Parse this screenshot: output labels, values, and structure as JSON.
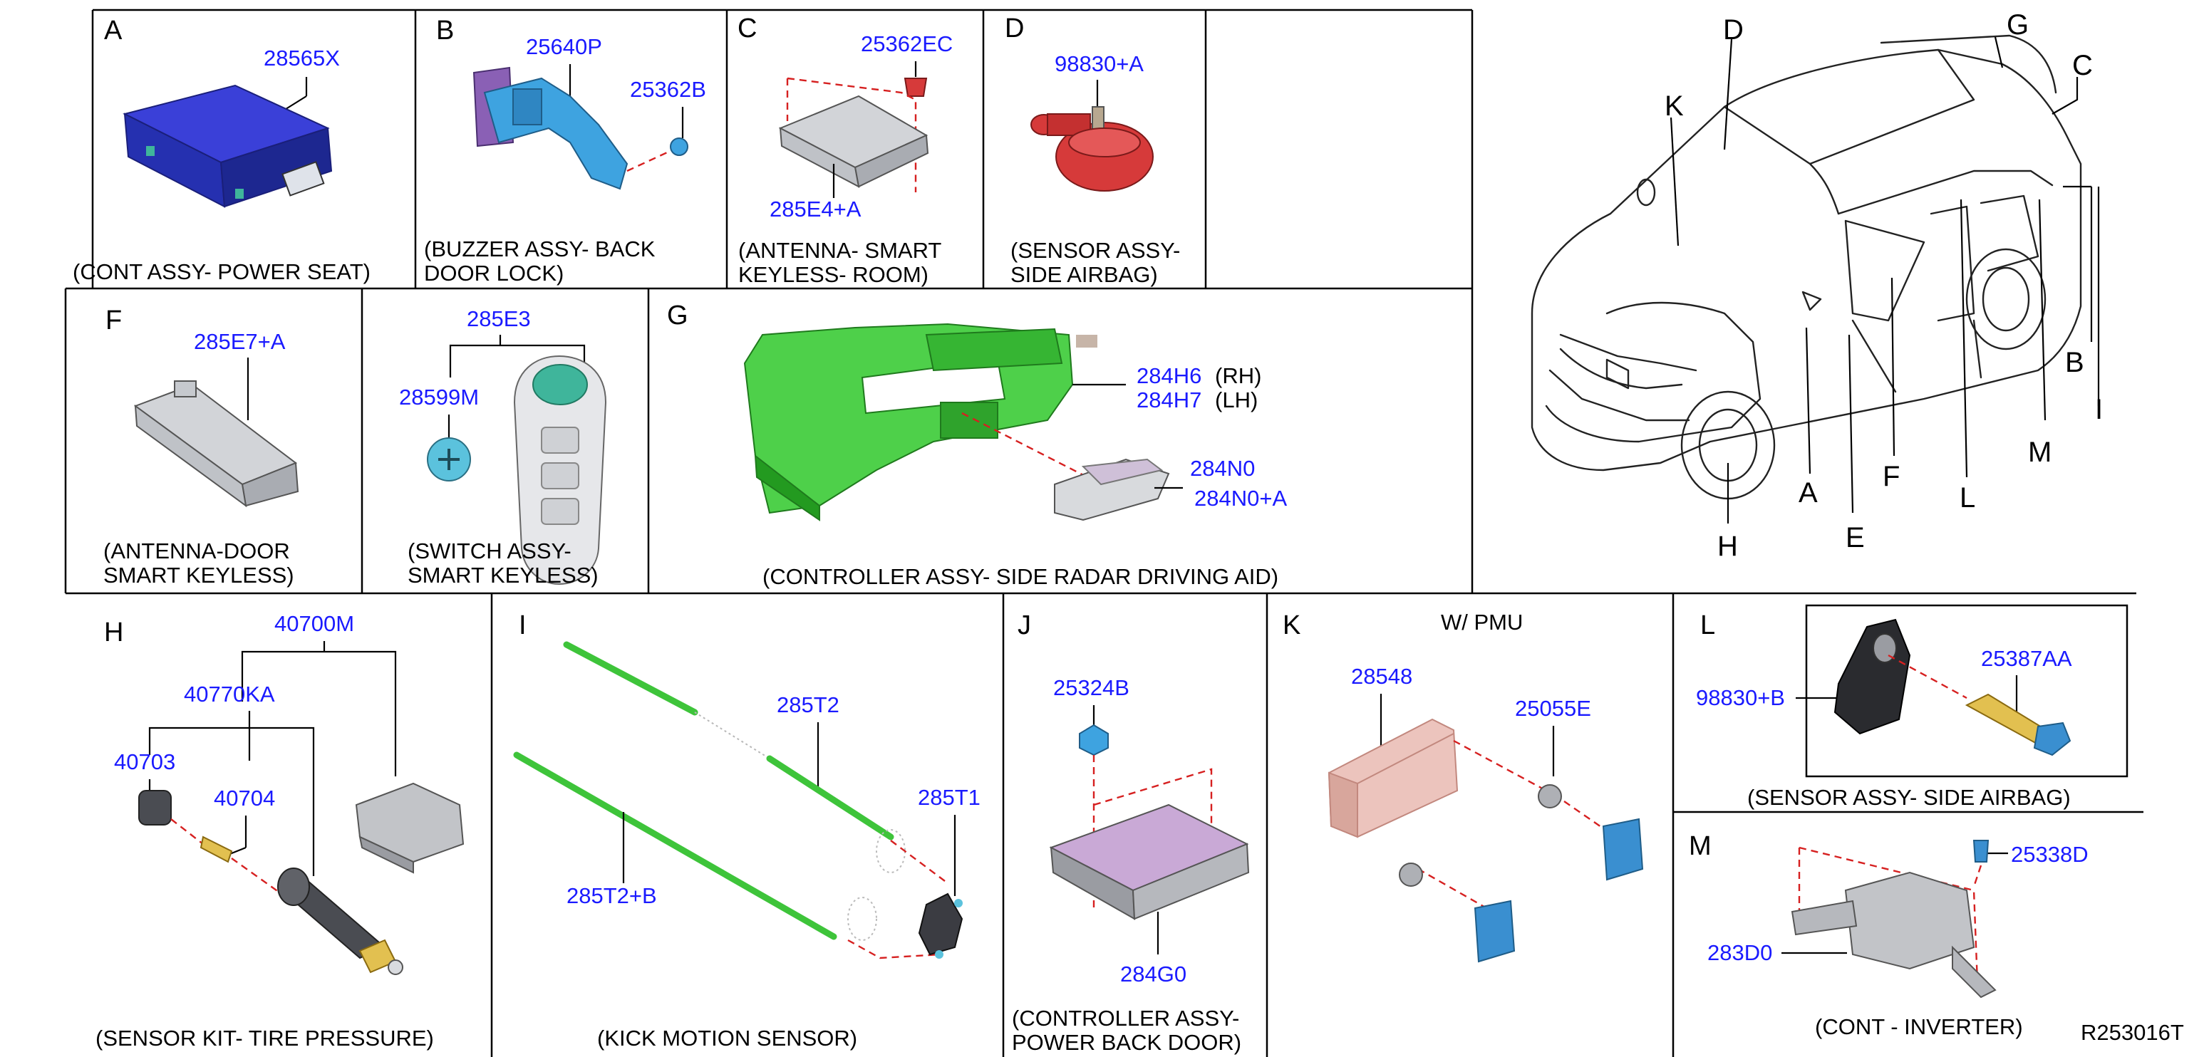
{
  "panels": {
    "A": {
      "letter": "A",
      "parts": [
        "28565X"
      ],
      "caption": [
        "(CONT ASSY- POWER SEAT)"
      ]
    },
    "B": {
      "letter": "B",
      "parts": [
        "25640P",
        "25362B"
      ],
      "caption": [
        "(BUZZER ASSY- BACK",
        "DOOR LOCK)"
      ]
    },
    "C": {
      "letter": "C",
      "parts": [
        "25362EC",
        "285E4+A"
      ],
      "caption": [
        "(ANTENNA- SMART",
        "KEYLESS- ROOM)"
      ]
    },
    "D": {
      "letter": "D",
      "parts": [
        "98830+A"
      ],
      "caption": [
        "(SENSOR ASSY-",
        "SIDE AIRBAG)"
      ]
    },
    "F": {
      "letter": "F",
      "parts": [
        "285E7+A"
      ],
      "caption": [
        "(ANTENNA-DOOR",
        "SMART KEYLESS)"
      ]
    },
    "E": {
      "parts": [
        "285E3",
        "28599M"
      ],
      "caption": [
        "(SWITCH ASSY-",
        "SMART KEYLESS)"
      ]
    },
    "G": {
      "letter": "G",
      "parts": [
        "284H6",
        "284H7",
        "284N0",
        "284N0+A"
      ],
      "sides": [
        "(RH)",
        "(LH)"
      ],
      "caption": [
        "(CONTROLLER ASSY- SIDE RADAR DRIVING AID)"
      ]
    },
    "H": {
      "letter": "H",
      "parts": [
        "40700M",
        "40770KA",
        "40703",
        "40704"
      ],
      "caption": [
        "(SENSOR KIT- TIRE PRESSURE)"
      ]
    },
    "I": {
      "letter": "I",
      "parts": [
        "285T2",
        "285T1",
        "285T2+B"
      ],
      "caption": [
        "(KICK MOTION SENSOR)"
      ]
    },
    "J": {
      "letter": "J",
      "parts": [
        "25324B",
        "284G0"
      ],
      "caption": [
        "(CONTROLLER ASSY-",
        "POWER BACK DOOR)"
      ]
    },
    "K": {
      "letter": "K",
      "note": "W/ PMU",
      "parts": [
        "28548",
        "25055E"
      ],
      "caption": []
    },
    "L": {
      "letter": "L",
      "parts": [
        "98830+B",
        "25387AA"
      ],
      "caption": [
        "(SENSOR ASSY- SIDE AIRBAG)"
      ]
    },
    "M": {
      "letter": "M",
      "parts": [
        "25338D",
        "283D0"
      ],
      "caption": [
        "(CONT - INVERTER)"
      ]
    }
  },
  "vehicle_labels": [
    "G",
    "D",
    "C",
    "K",
    "B",
    "I",
    "M",
    "A",
    "F",
    "L",
    "H",
    "E"
  ],
  "diagram_code": "R253016T"
}
